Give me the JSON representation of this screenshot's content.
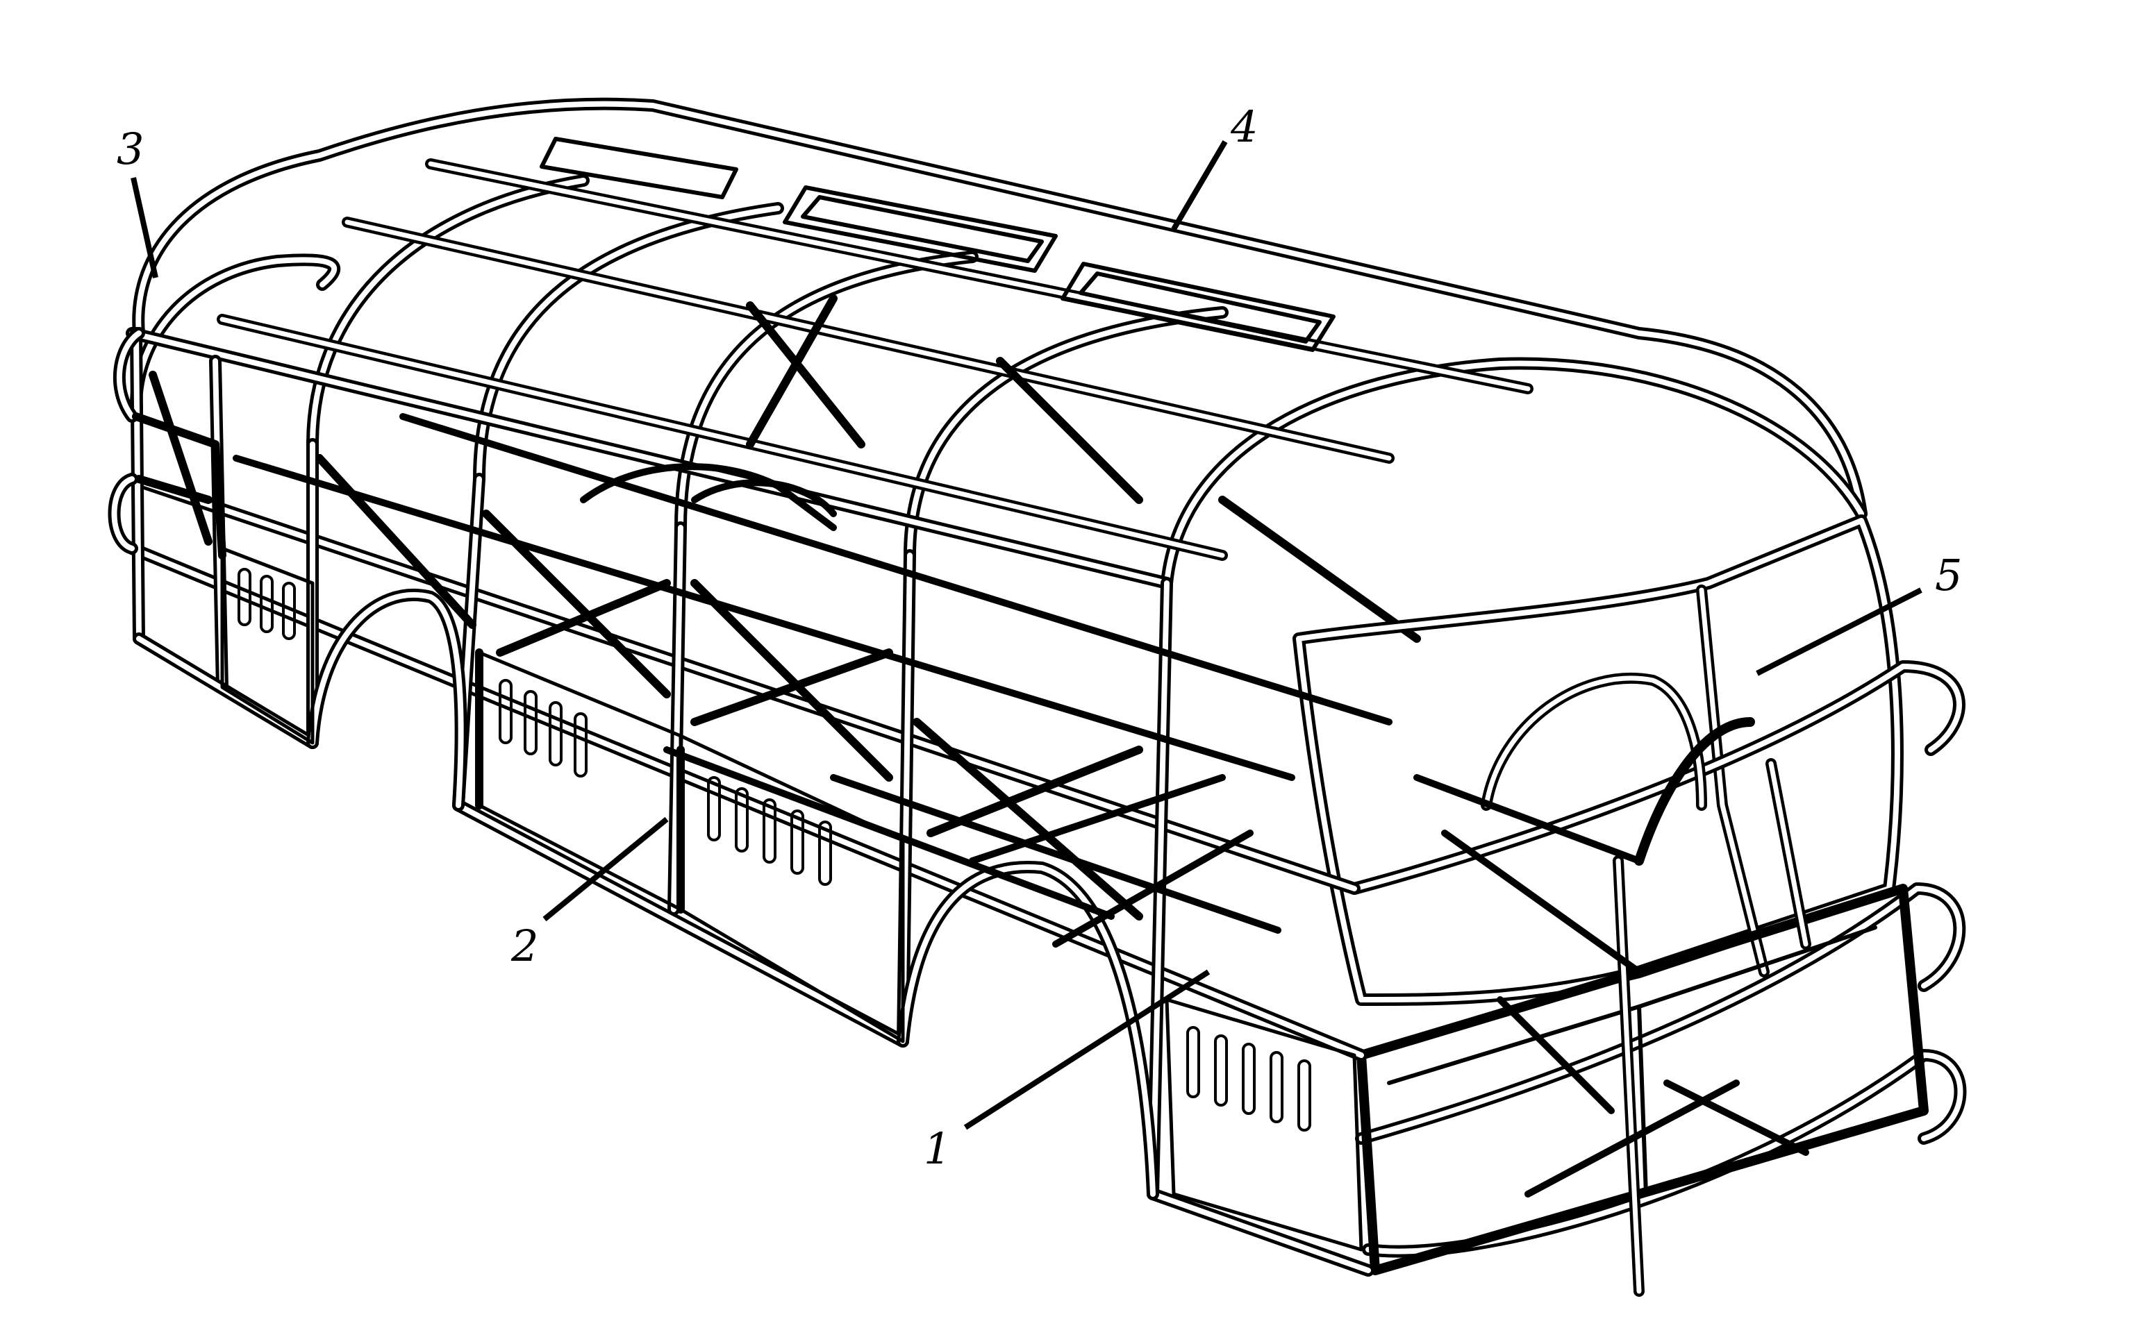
{
  "colors": {
    "ink": "#000000",
    "paper": "#ffffff"
  },
  "callouts": [
    {
      "label": "1"
    },
    {
      "label": "2"
    },
    {
      "label": "3"
    },
    {
      "label": "4"
    },
    {
      "label": "5"
    }
  ]
}
